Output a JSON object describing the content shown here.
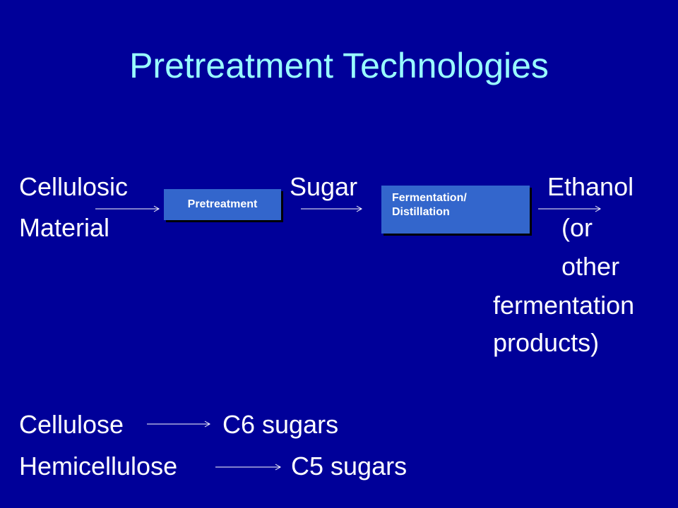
{
  "title": "Pretreatment Technologies",
  "flow": {
    "input_line1": "Cellulosic",
    "input_line2": "Material",
    "step1": "Pretreatment",
    "intermediate": "Sugar",
    "step2_line1": "Fermentation/",
    "step2_line2": "Distillation",
    "output_line1": "Ethanol",
    "output_line2": "(or",
    "output_line3": "other",
    "output_line4": "fermentation",
    "output_line5": "products)"
  },
  "conversions": [
    {
      "from": "Cellulose",
      "to": "C6 sugars"
    },
    {
      "from": "Hemicellulose",
      "to": "C5 sugars"
    }
  ],
  "colors": {
    "background": "#000099",
    "title": "#99ffff",
    "text": "#ffffff",
    "box": "#3366cc"
  }
}
